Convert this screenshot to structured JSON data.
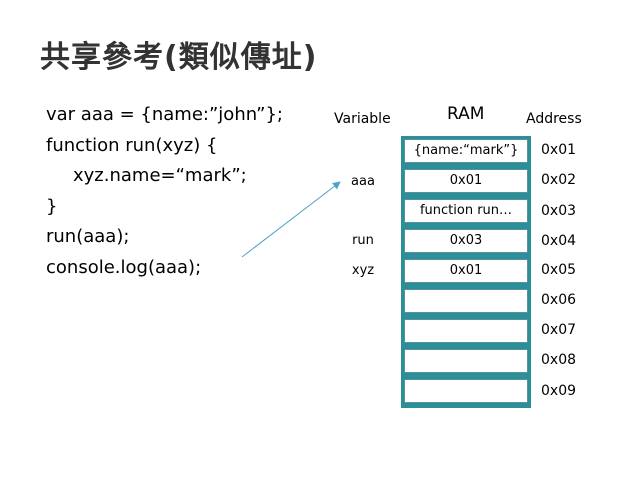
{
  "title": "共享參考(類似傳址)",
  "code_lines": [
    "var aaa = {name:”john”};",
    "function run(xyz) {",
    "xyz.name=“mark”;",
    "}",
    "run(aaa);",
    "console.log(aaa);"
  ],
  "headers": {
    "variable": "Variable",
    "ram": "RAM",
    "address": "Address"
  },
  "memory": [
    {
      "address": "0x01",
      "value": "{name:“mark”}",
      "variable": ""
    },
    {
      "address": "0x02",
      "value": "0x01",
      "variable": "aaa"
    },
    {
      "address": "0x03",
      "value": "function run…",
      "variable": ""
    },
    {
      "address": "0x04",
      "value": "0x03",
      "variable": "run"
    },
    {
      "address": "0x05",
      "value": "0x01",
      "variable": "xyz"
    },
    {
      "address": "0x06",
      "value": "",
      "variable": ""
    },
    {
      "address": "0x07",
      "value": "",
      "variable": ""
    },
    {
      "address": "0x08",
      "value": "",
      "variable": ""
    },
    {
      "address": "0x09",
      "value": "",
      "variable": ""
    }
  ],
  "colors": {
    "memory_border": "#2a8f96",
    "arrow": "#4fa3c7"
  }
}
